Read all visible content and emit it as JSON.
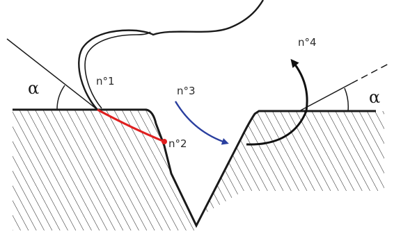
{
  "labels": {
    "alpha_left": "α",
    "alpha_right": "α",
    "n1": "n°1",
    "n2": "n°2",
    "n3": "n°3",
    "n4": "n°4"
  },
  "colors": {
    "ink": "#1a1a1a",
    "path_n2": "#e02020",
    "arrow_n3": "#2a3f9f",
    "arrow_n4": "#111111"
  }
}
